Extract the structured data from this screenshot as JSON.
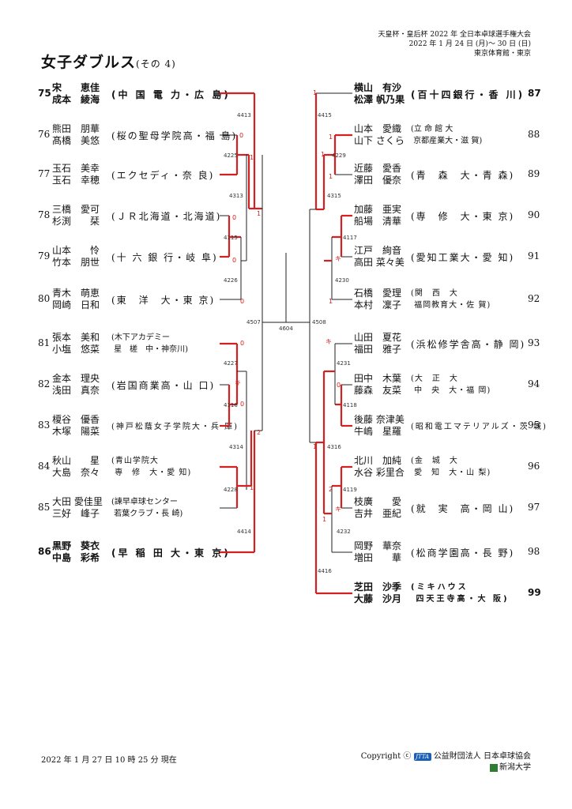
{
  "header": {
    "line1": "天皇杯・皇后杯 2022 年 全日本卓球選手権大会",
    "line2": "2022 年 1 月 24 日 (月)〜 30 日 (日)",
    "line3": "東京体育館・東京"
  },
  "title": "女子ダブルス",
  "subtitle": "(その 4)",
  "left_entries": [
    {
      "num": "75",
      "p1": "宋　　恵佳",
      "p2": "成本　綾海",
      "team": "(中 国 電 力・広 島)",
      "win": true
    },
    {
      "num": "76",
      "p1": "熊田　朋華",
      "p2": "髙橋　美悠",
      "team": "(桜の聖母学院高・福 島)",
      "win": false
    },
    {
      "num": "77",
      "p1": "玉石　美幸",
      "p2": "玉石　幸穂",
      "team": "(エクセディ・奈 良)",
      "win": false
    },
    {
      "num": "78",
      "p1": "三橋　愛可",
      "p2": "杉渕　　栞",
      "team": "(ＪＲ北海道・北海道)",
      "win": false
    },
    {
      "num": "79",
      "p1": "山本　　怜",
      "p2": "竹本　朋世",
      "team": "(十 六 銀 行・岐 阜)",
      "win": false
    },
    {
      "num": "80",
      "p1": "青木　萌恵",
      "p2": "岡崎　日和",
      "team": "(東　洋　大・東 京)",
      "win": false
    },
    {
      "num": "81",
      "p1": "張本　美和",
      "p2": "小塩　悠菜",
      "team": "(木下アカデミー\n 星　槎　中・神奈川)",
      "win": false
    },
    {
      "num": "82",
      "p1": "金本　理央",
      "p2": "浅田　真奈",
      "team": "(岩国商業高・山 口)",
      "win": false
    },
    {
      "num": "83",
      "p1": "榎谷　優香",
      "p2": "木塚　陽菜",
      "team": "(神戸松蔭女子学院大・兵 庫)",
      "win": false
    },
    {
      "num": "84",
      "p1": "秋山　　星",
      "p2": "大島　奈々",
      "team": "(青山学院大\n 専　修　大・愛 知)",
      "win": false
    },
    {
      "num": "85",
      "p1": "大田 愛佳里",
      "p2": "三好　峰子",
      "team": "(諫早卓球センター\n 若葉クラブ・長 崎)",
      "win": false
    },
    {
      "num": "86",
      "p1": "黒野　葵衣",
      "p2": "中島　彩希",
      "team": "(早 稲 田 大・東 京)",
      "win": true
    }
  ],
  "right_entries": [
    {
      "num": "87",
      "p1": "横山　有沙",
      "p2": "松澤 帆乃果",
      "team": "(百十四銀行・香 川)",
      "win": true
    },
    {
      "num": "88",
      "p1": "山本　愛織",
      "p2": "山下 さくら",
      "team": "(立 命 館 大\n 京都産業大・滋 賀)",
      "win": false
    },
    {
      "num": "89",
      "p1": "近藤　愛香",
      "p2": "澤田　優奈",
      "team": "(青　森　大・青 森)",
      "win": false
    },
    {
      "num": "90",
      "p1": "加藤　亜実",
      "p2": "船場　清華",
      "team": "(専　修　大・東 京)",
      "win": false
    },
    {
      "num": "91",
      "p1": "江戸　絢音",
      "p2": "高田 菜々美",
      "team": "(愛知工業大・愛 知)",
      "win": false
    },
    {
      "num": "92",
      "p1": "石橋　愛理",
      "p2": "本村　凜子",
      "team": "(関　西　大\n 福岡教育大・佐 賀)",
      "win": false
    },
    {
      "num": "93",
      "p1": "山田　夏花",
      "p2": "福田　雅子",
      "team": "(浜松修学舎高・静 岡)",
      "win": false
    },
    {
      "num": "94",
      "p1": "田中　木葉",
      "p2": "藤森　友菜",
      "team": "(大　正　大\n 中　央　大・福 岡)",
      "win": false
    },
    {
      "num": "95",
      "p1": "後藤 奈津美",
      "p2": "牛嶋　星羅",
      "team": "(昭和電工マテリアルズ・茨 城)",
      "win": false
    },
    {
      "num": "96",
      "p1": "北川　加純",
      "p2": "水谷 彩里合",
      "team": "(金　城　大\n 愛　知　大・山 梨)",
      "win": false
    },
    {
      "num": "97",
      "p1": "枝廣　　愛",
      "p2": "吉井　亜紀",
      "team": "(就　実　高・岡 山)",
      "win": false
    },
    {
      "num": "98",
      "p1": "岡野　華奈",
      "p2": "増田　　華",
      "team": "(松商学園高・長 野)",
      "win": false
    },
    {
      "num": "99",
      "p1": "芝田　沙季",
      "p2": "大藤　沙月",
      "team": "(ミキハウス\n 四天王寺高・大 阪)",
      "win": true
    }
  ],
  "match_ids": [
    "4413",
    "4225",
    "4313",
    "4115",
    "4226",
    "4507",
    "4604",
    "4508",
    "4227",
    "4116",
    "4314",
    "4228",
    "4414",
    "4415",
    "4229",
    "4315",
    "4117",
    "4230",
    "4231",
    "4118",
    "4316",
    "4119",
    "4232",
    "4416"
  ],
  "scores": [
    "1",
    "0",
    "1",
    "0",
    "0",
    "0",
    "0",
    "キ",
    "0",
    "2",
    "1",
    "1",
    "1",
    "1",
    "1",
    "キ",
    "1",
    "キ",
    "0",
    "1",
    "2",
    "キ",
    "1"
  ],
  "footer": {
    "date": "2022 年 1 月 27 日 10 時 25 分 現在",
    "copyright": "Copyright ⓒ",
    "org": "公益財団法人 日本卓球協会",
    "logo_text": "JTTA",
    "univ": "新潟大学"
  },
  "colors": {
    "win_line": "#d42020",
    "line": "#222222",
    "score": "#d42020"
  }
}
